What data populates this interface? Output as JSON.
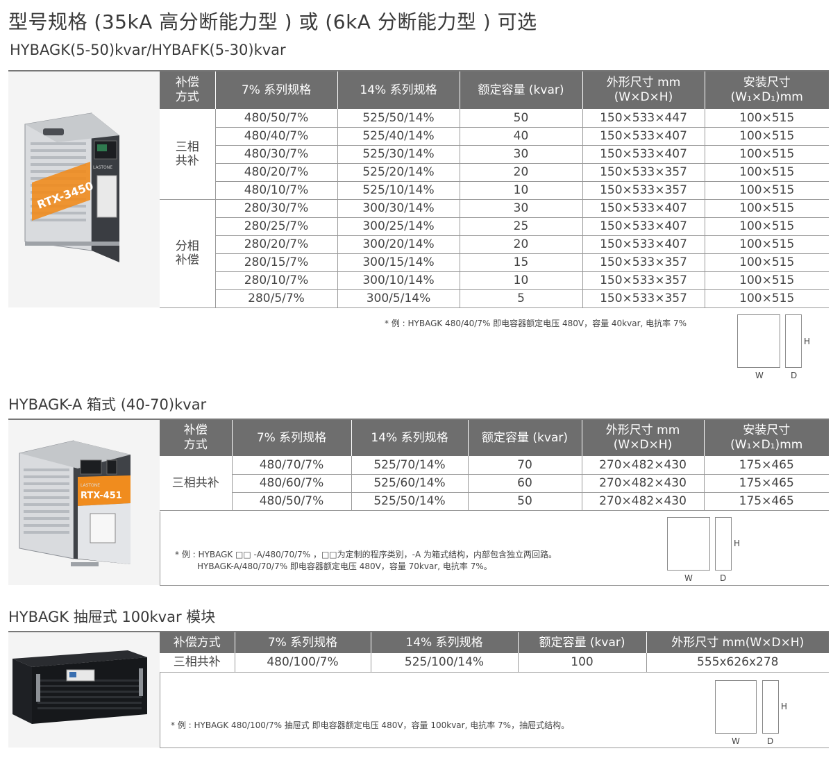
{
  "title": "型号规格 (35kA 高分断能力型 ) 或 (6kA 分断能力型 ) 可选",
  "subtitle": "HYBAGK(5-50)kvar/HYBAFK(5-30)kvar",
  "section1": {
    "headers": [
      "补偿\n方式",
      "7% 系列规格",
      "14% 系列规格",
      "额定容量 (kvar)",
      "外形尺寸 mm\n(W×D×H)",
      "安装尺寸\n(W₁×D₁)mm"
    ],
    "groups": [
      {
        "label": "三相\n共补",
        "rows": [
          [
            "480/50/7%",
            "525/50/14%",
            "50",
            "150×533×447",
            "100×515"
          ],
          [
            "480/40/7%",
            "525/40/14%",
            "40",
            "150×533×407",
            "100×515"
          ],
          [
            "480/30/7%",
            "525/30/14%",
            "30",
            "150×533×407",
            "100×515"
          ],
          [
            "480/20/7%",
            "525/20/14%",
            "20",
            "150×533×357",
            "100×515"
          ],
          [
            "480/10/7%",
            "525/10/14%",
            "10",
            "150×533×357",
            "100×515"
          ]
        ]
      },
      {
        "label": "分相\n补偿",
        "rows": [
          [
            "280/30/7%",
            "300/30/14%",
            "30",
            "150×533×407",
            "100×515"
          ],
          [
            "280/25/7%",
            "300/25/14%",
            "25",
            "150×533×407",
            "100×515"
          ],
          [
            "280/20/7%",
            "300/20/14%",
            "20",
            "150×533×407",
            "100×515"
          ],
          [
            "280/15/7%",
            "300/15/14%",
            "15",
            "150×533×357",
            "100×515"
          ],
          [
            "280/10/7%",
            "300/10/14%",
            "10",
            "150×533×357",
            "100×515"
          ],
          [
            "280/5/7%",
            "300/5/14%",
            "5",
            "150×533×357",
            "100×515"
          ]
        ]
      }
    ],
    "note": "* 例 : HYBAGK 480/40/7% 即电容器额定电压 480V，容量 40kvar, 电抗率 7%"
  },
  "section2": {
    "title": "HYBAGK-A 箱式 (40-70)kvar",
    "headers": [
      "补偿\n方式",
      "7% 系列规格",
      "14% 系列规格",
      "额定容量 (kvar)",
      "外形尺寸 mm\n(W×D×H)",
      "安装尺寸\n(W₁×D₁)mm"
    ],
    "group_label": "三相共补",
    "rows": [
      [
        "480/70/7%",
        "525/70/14%",
        "70",
        "270×482×430",
        "175×465"
      ],
      [
        "480/60/7%",
        "525/60/14%",
        "60",
        "270×482×430",
        "175×465"
      ],
      [
        "480/50/7%",
        "525/50/14%",
        "50",
        "270×482×430",
        "175×465"
      ]
    ],
    "note1": "* 例 : HYBAGK □□ -A/480/70/7% ，□□为定制的程序类别，-A 为箱式结构，内部包含独立两回路。",
    "note2": "HYBAGK-A/480/70/7% 即电容器额定电压 480V，容量 70kvar, 电抗率 7%。"
  },
  "section3": {
    "title": "HYBAGK 抽屉式 100kvar 模块",
    "headers": [
      "补偿方式",
      "7% 系列规格",
      "14% 系列规格",
      "额定容量 (kvar)",
      "外形尺寸 mm(W×D×H)"
    ],
    "row": [
      "三相共补",
      "480/100/7%",
      "525/100/14%",
      "100",
      "555x626x278"
    ],
    "note": "* 例 : HYBAGK 480/100/7% 抽屉式  即电容器额定电压 480V，容量 100kvar, 电抗率 7%，抽屉式结构。"
  },
  "dim_labels": {
    "w": "W",
    "d": "D",
    "h": "H"
  },
  "product_text": {
    "brand": "LASTONE",
    "model1": "RTX-3450",
    "model2": "RTX-451"
  },
  "colors": {
    "header_bg": "#6e6e6e",
    "accent_orange": "#f08c1e",
    "rule": "#777777"
  }
}
